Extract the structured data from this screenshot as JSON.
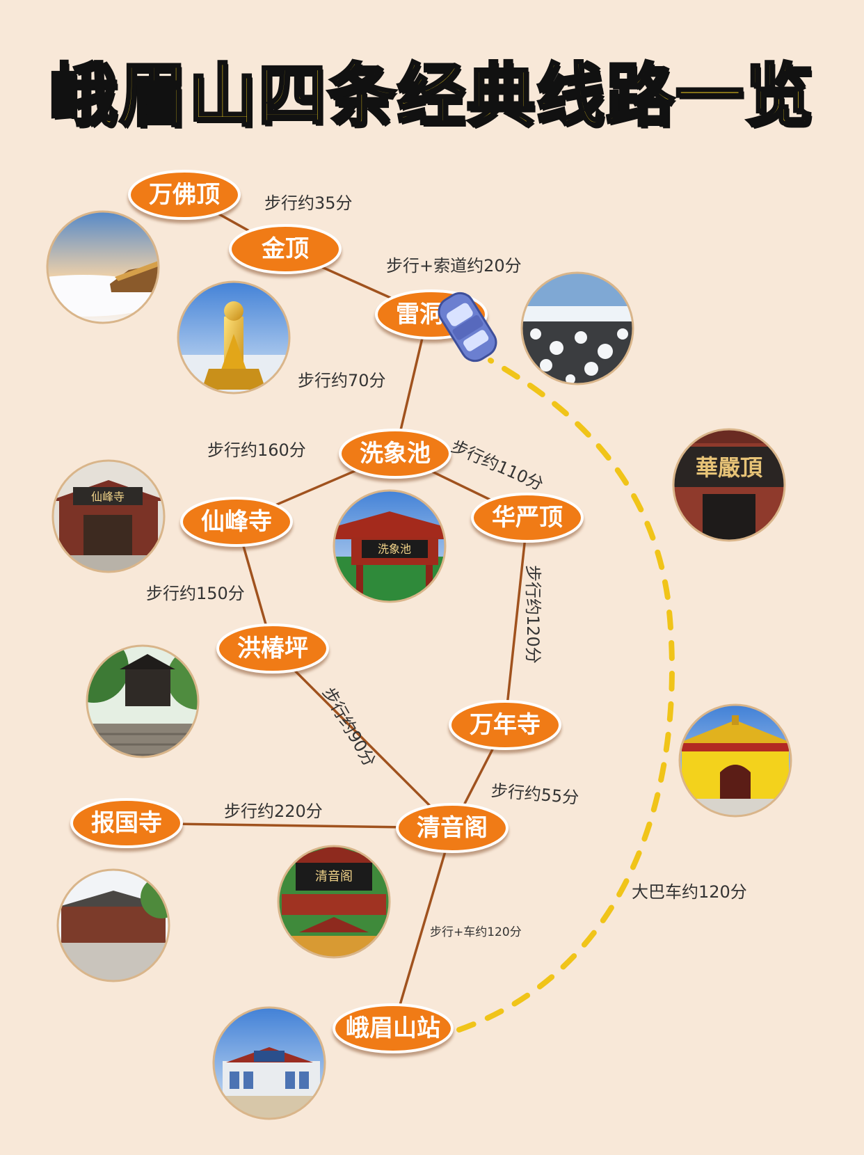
{
  "title": "峨眉山四条经典线路一览",
  "colors": {
    "background": "#f8e8d8",
    "title_fill": "#f6d421",
    "node_fill": "#f07b16",
    "route_line": "#a0521e",
    "bus_route": "#f0c419",
    "car_icon": "#6b7fd0"
  },
  "nodes": {
    "wanfoding": "万佛顶",
    "jinding": "金顶",
    "leidongping": "雷洞坪",
    "xixiangchi": "洗象池",
    "xianfengsi": "仙峰寺",
    "huayanding": "华严顶",
    "hongchunping": "洪椿坪",
    "wanniansi": "万年寺",
    "baoguosi": "报国寺",
    "qingyinge": "清音阁",
    "emeishan_station": "峨眉山站"
  },
  "edges": {
    "wanfoding_jinding": "步行约35分",
    "jinding_leidongping": "步行+索道约20分",
    "leidongping_xixiangchi": "步行约70分",
    "xixiangchi_xianfengsi": "步行约160分",
    "xixiangchi_huayanding": "步行约110分",
    "xianfengsi_hongchunping": "步行约150分",
    "huayanding_wanniansi": "步行约120分",
    "hongchunping_qingyinge": "步行约90分",
    "wanniansi_qingyinge": "步行约55分",
    "baoguosi_qingyinge": "步行约220分",
    "qingyinge_station": "步行+车约120分",
    "station_leidongping_bus": "大巴车约120分"
  },
  "photo_signs": {
    "xianfengsi": "仙峰寺",
    "xixiangchi": "洗象池",
    "huayanding": "華嚴頂",
    "qingyinge": "清音阁"
  },
  "icons": {
    "car": "car-icon"
  }
}
